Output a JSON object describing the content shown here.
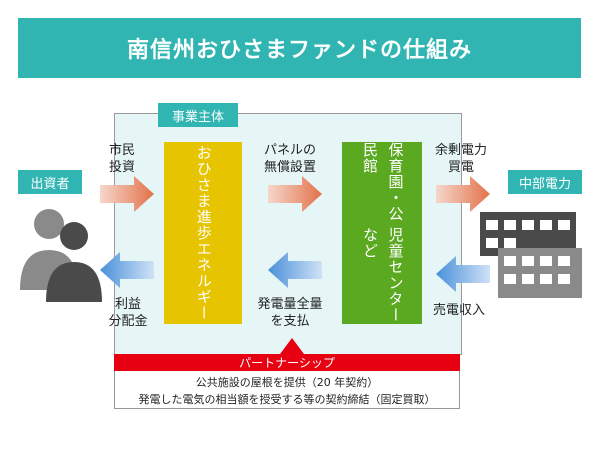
{
  "title": "南信州おひさまファンドの仕組み",
  "entity": {
    "tag": "事業主体",
    "company": "おひさま進歩エネルギー",
    "facility_line1": "保育園・公民館",
    "facility_line2": "児童センターなど"
  },
  "investor": {
    "tag": "出資者",
    "invest_line1": "市民",
    "invest_line2": "投資",
    "profit_line1": "利益",
    "profit_line2": "分配金"
  },
  "middle": {
    "panel_line1": "パネルの",
    "panel_line2": "無償設置",
    "pay_line1": "発電量全量",
    "pay_line2": "を支払"
  },
  "utility": {
    "tag": "中部電力",
    "surplus_line1": "余剰電力",
    "surplus_line2": "買電",
    "sales_line": "売電収入"
  },
  "partnership": {
    "header": "パートナーシップ",
    "line1": "公共施設の屋根を提供（20 年契約）",
    "line2": "発電した電気の相当額を授受する等の契約締結（固定買取）"
  },
  "colors": {
    "teal": "#30b5b3",
    "yellow": "#e6c400",
    "green": "#5ba921",
    "red": "#e60012",
    "arrow_orange": "#e2724b",
    "arrow_blue": "#4a90d9"
  }
}
